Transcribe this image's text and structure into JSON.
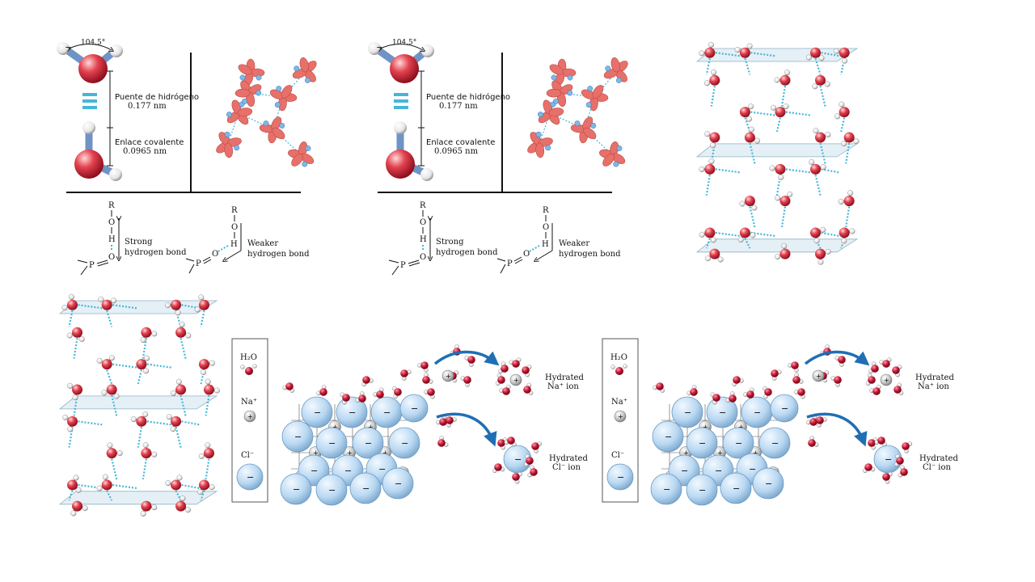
{
  "colors": {
    "oxygen": "#d9303f",
    "oxygen_dark": "#8e0f1e",
    "hydrogen": "#f4f4f4",
    "bond": "#6f93c4",
    "hbond": "#45b6d8",
    "orbital": "#e8706a",
    "sheet": "#cfe3ee",
    "chloride": "#b9d8f2",
    "sodium": "#bdbdbd",
    "water_o": "#b3112b",
    "arrow": "#1f6fb4"
  },
  "icons": [
    "water-molecule-icon",
    "orbital-icon",
    "sodium-ion-icon",
    "chloride-ion-icon",
    "arrow-icon"
  ],
  "panels": {
    "water_dimer": {
      "angle": "104.5°",
      "hbond_label": "Puente de hidrógeno",
      "hbond_length": "0.177 nm",
      "covalent_label": "Enlace covalente",
      "covalent_length": "0.0965 nm"
    },
    "bond_strength": {
      "r_atom": "R",
      "o_atom": "O",
      "h_atom": "H",
      "p_atom": "P",
      "strong_line1": "Strong",
      "strong_line2": "hydrogen bond",
      "weak_line1": "Weaker",
      "weak_line2": "hydrogen bond"
    },
    "ice_lattice": {},
    "dissolution": {
      "legend_water": "H₂O",
      "legend_sodium": "Na⁺",
      "legend_chloride": "Cl⁻",
      "sodium_sign": "+",
      "chloride_sign": "−",
      "hydrated_sodium_line1": "Hydrated",
      "hydrated_sodium_line2": "Na⁺ ion",
      "hydrated_chloride_line1": "Hydrated",
      "hydrated_chloride_line2": "Cl⁻ ion"
    }
  }
}
